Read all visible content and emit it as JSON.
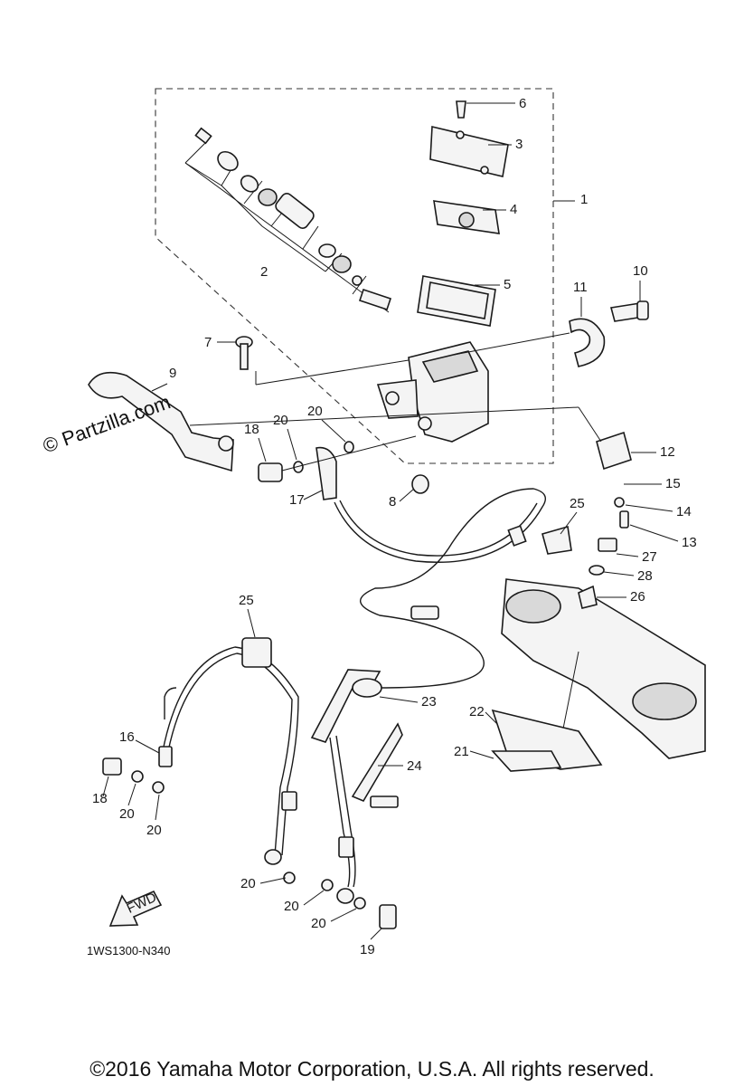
{
  "watermark": "© Partzilla.com",
  "diagram_code": "1WS1300-N340",
  "fwd_label": "FWD",
  "copyright": "©2016 Yamaha Motor Corporation, U.S.A. All rights reserved.",
  "callouts": {
    "c1": "1",
    "c2": "2",
    "c3": "3",
    "c4": "4",
    "c5": "5",
    "c6": "6",
    "c7": "7",
    "c8": "8",
    "c9": "9",
    "c10": "10",
    "c11": "11",
    "c12": "12",
    "c13": "13",
    "c14": "14",
    "c15": "15",
    "c16": "16",
    "c17": "17",
    "c18a": "18",
    "c18b": "18",
    "c19": "19",
    "c20a": "20",
    "c20b": "20",
    "c20c": "20",
    "c20d": "20",
    "c20e": "20",
    "c20f": "20",
    "c20g": "20",
    "c21": "21",
    "c22": "22",
    "c23": "23",
    "c24": "24",
    "c25a": "25",
    "c25b": "25",
    "c26": "26",
    "c27": "27",
    "c28": "28"
  }
}
